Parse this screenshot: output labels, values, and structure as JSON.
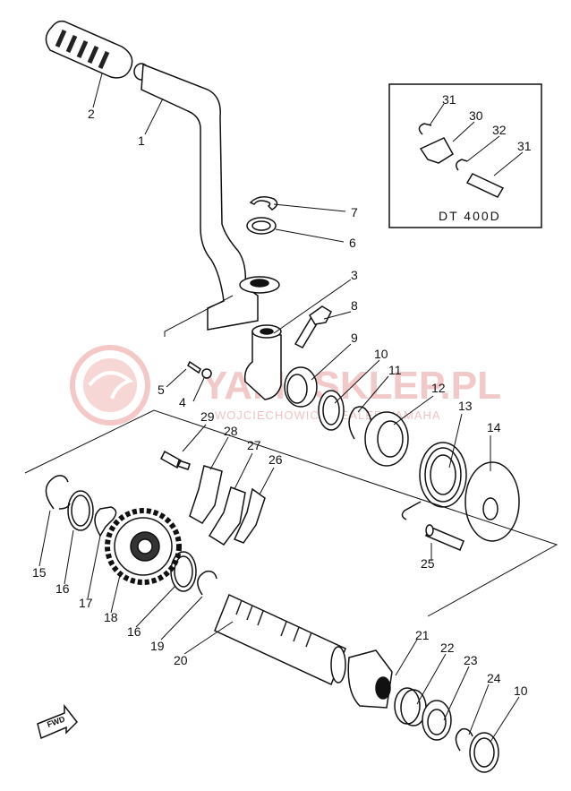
{
  "watermark": {
    "line1": "YAMASKLEP.PL",
    "line2": "WOJCIECHOWICZ DEALER YAMAHA"
  },
  "inset_caption": "DT 400D",
  "direction_marker": "FWD",
  "callouts": {
    "c1": "1",
    "c2": "2",
    "c3": "3",
    "c4": "4",
    "c5": "5",
    "c6": "6",
    "c7": "7",
    "c8": "8",
    "c9": "9",
    "c10a": "10",
    "c10b": "10",
    "c11": "11",
    "c12": "12",
    "c13": "13",
    "c14": "14",
    "c15": "15",
    "c16a": "16",
    "c16b": "16",
    "c17": "17",
    "c18": "18",
    "c19": "19",
    "c20": "20",
    "c21": "21",
    "c22": "22",
    "c23": "23",
    "c24": "24",
    "c25": "25",
    "c26": "26",
    "c27": "27",
    "c28": "28",
    "c29": "29",
    "c30": "30",
    "c31a": "31",
    "c31b": "31",
    "c32": "32"
  }
}
